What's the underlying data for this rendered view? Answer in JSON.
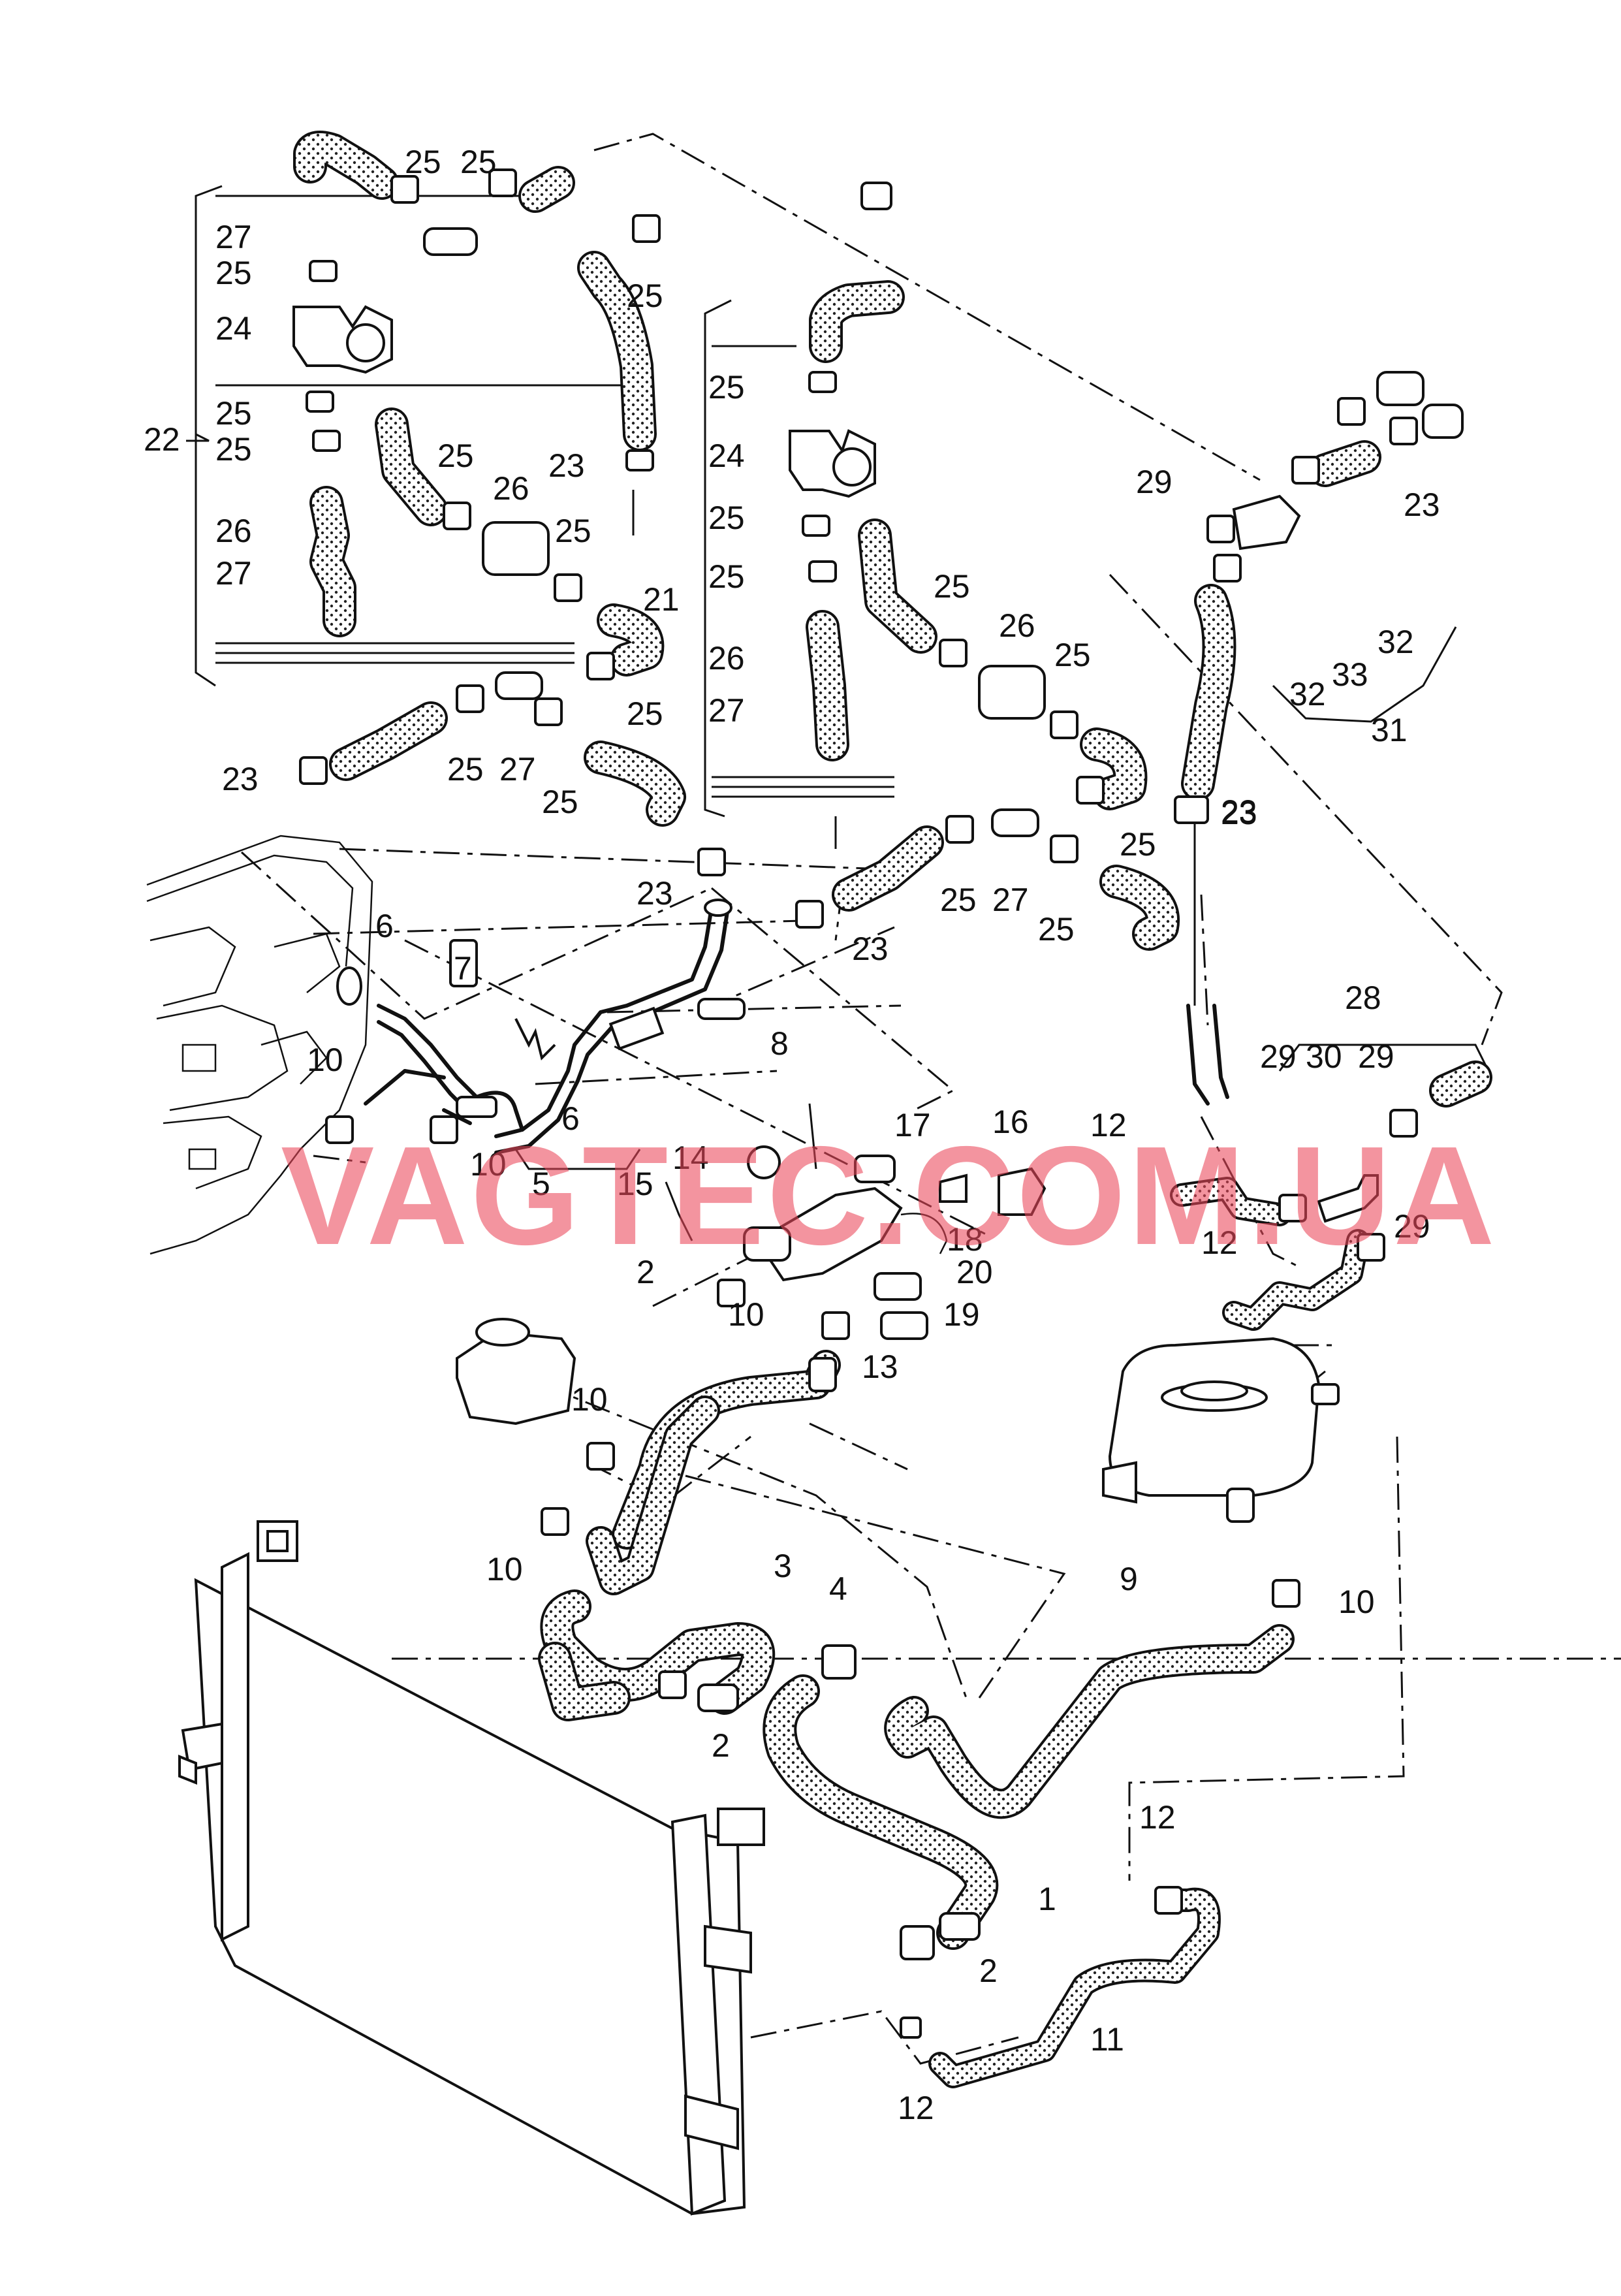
{
  "watermark": "VAGTEC.COM.UA",
  "callouts": [
    {
      "id": "c25a",
      "text": "25"
    },
    {
      "id": "c25b",
      "text": "25"
    },
    {
      "id": "c27a",
      "text": "27"
    },
    {
      "id": "c25c",
      "text": "25"
    },
    {
      "id": "c24a",
      "text": "24"
    },
    {
      "id": "c25d",
      "text": "25"
    },
    {
      "id": "c22",
      "text": "22"
    },
    {
      "id": "c25e",
      "text": "25"
    },
    {
      "id": "c25f",
      "text": "25"
    },
    {
      "id": "c26a",
      "text": "26"
    },
    {
      "id": "c27b",
      "text": "27"
    },
    {
      "id": "c25g",
      "text": "25"
    },
    {
      "id": "c26b",
      "text": "26"
    },
    {
      "id": "c25h",
      "text": "25"
    },
    {
      "id": "c23a",
      "text": "23"
    },
    {
      "id": "c25i",
      "text": "25"
    },
    {
      "id": "c25j",
      "text": "25"
    },
    {
      "id": "c27c",
      "text": "27"
    },
    {
      "id": "c25k",
      "text": "25"
    },
    {
      "id": "c23b",
      "text": "23"
    },
    {
      "id": "c25l",
      "text": "25"
    },
    {
      "id": "c24b",
      "text": "24"
    },
    {
      "id": "c25m",
      "text": "25"
    },
    {
      "id": "c25n",
      "text": "25"
    },
    {
      "id": "c21",
      "text": "21"
    },
    {
      "id": "c25o",
      "text": "25"
    },
    {
      "id": "c26c",
      "text": "26"
    },
    {
      "id": "c25p",
      "text": "25"
    },
    {
      "id": "c26d",
      "text": "26"
    },
    {
      "id": "c27d",
      "text": "27"
    },
    {
      "id": "c25q",
      "text": "25"
    },
    {
      "id": "c23c",
      "text": "23"
    },
    {
      "id": "c25r",
      "text": "25"
    },
    {
      "id": "c27e",
      "text": "27"
    },
    {
      "id": "c25s",
      "text": "25"
    },
    {
      "id": "c23d",
      "text": "23"
    },
    {
      "id": "c23e",
      "text": "23"
    },
    {
      "id": "c29a",
      "text": "29"
    },
    {
      "id": "c23f",
      "text": "23"
    },
    {
      "id": "c32a",
      "text": "32"
    },
    {
      "id": "c33",
      "text": "33"
    },
    {
      "id": "c32b",
      "text": "32"
    },
    {
      "id": "c31",
      "text": "31"
    },
    {
      "id": "c23g",
      "text": "23"
    },
    {
      "id": "c6a",
      "text": "6"
    },
    {
      "id": "c7",
      "text": "7"
    },
    {
      "id": "c8",
      "text": "8"
    },
    {
      "id": "c10a",
      "text": "10"
    },
    {
      "id": "c10b",
      "text": "10"
    },
    {
      "id": "c5",
      "text": "5"
    },
    {
      "id": "c6b",
      "text": "6"
    },
    {
      "id": "c14",
      "text": "14"
    },
    {
      "id": "c15",
      "text": "15"
    },
    {
      "id": "c17",
      "text": "17"
    },
    {
      "id": "c16",
      "text": "16"
    },
    {
      "id": "c12a",
      "text": "12"
    },
    {
      "id": "c28",
      "text": "28"
    },
    {
      "id": "c29b",
      "text": "29"
    },
    {
      "id": "c30",
      "text": "30"
    },
    {
      "id": "c29c",
      "text": "29"
    },
    {
      "id": "c18",
      "text": "18"
    },
    {
      "id": "c2a",
      "text": "2"
    },
    {
      "id": "c20",
      "text": "20"
    },
    {
      "id": "c10c",
      "text": "10"
    },
    {
      "id": "c19",
      "text": "19"
    },
    {
      "id": "c13",
      "text": "13"
    },
    {
      "id": "c12b",
      "text": "12"
    },
    {
      "id": "c29d",
      "text": "29"
    },
    {
      "id": "c10d",
      "text": "10"
    },
    {
      "id": "c10e",
      "text": "10"
    },
    {
      "id": "c3",
      "text": "3"
    },
    {
      "id": "c4",
      "text": "4"
    },
    {
      "id": "c9",
      "text": "9"
    },
    {
      "id": "c10f",
      "text": "10"
    },
    {
      "id": "c2b",
      "text": "2"
    },
    {
      "id": "c12c",
      "text": "12"
    },
    {
      "id": "c1",
      "text": "1"
    },
    {
      "id": "c2c",
      "text": "2"
    },
    {
      "id": "c11",
      "text": "11"
    },
    {
      "id": "c12d",
      "text": "12"
    }
  ]
}
